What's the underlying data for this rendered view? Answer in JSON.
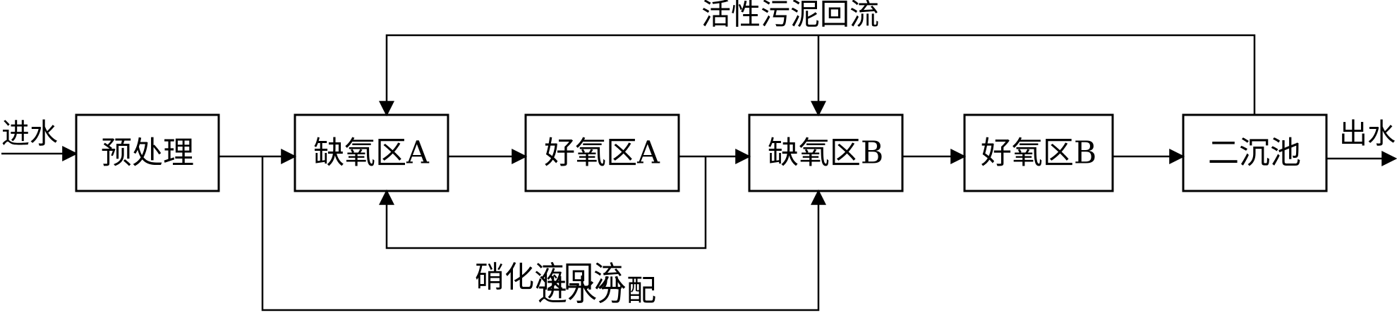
{
  "diagram": {
    "inlet_label": "进水",
    "outlet_label": "出水",
    "boxes": {
      "pretreatment": "预处理",
      "anoxic_a": "缺氧区A",
      "aerobic_a": "好氧区A",
      "anoxic_b": "缺氧区B",
      "aerobic_b": "好氧区B",
      "secondary_clarifier": "二沉池"
    },
    "flows": {
      "sludge_return": "活性污泥回流",
      "nitrate_return": "硝化液回流",
      "influent_distribution": "进水分配"
    }
  }
}
